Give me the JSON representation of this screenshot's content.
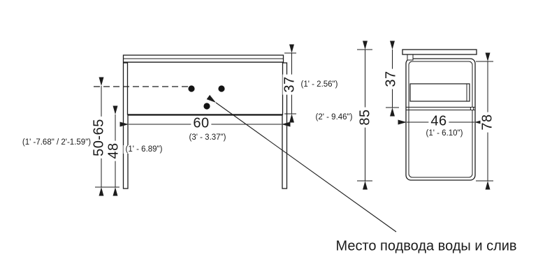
{
  "colors": {
    "line": "#1c1c1c",
    "background": "#ffffff"
  },
  "front": {
    "height_range": {
      "cm": "50-65",
      "imperial": "(1' -7.68\" / 2'-1.59\")"
    },
    "leg_height": {
      "cm": "48",
      "imperial": "(1' - 6.89\")"
    },
    "width": {
      "cm": "60",
      "imperial": "(3' - 3.37\")"
    },
    "body_height": {
      "cm": "37",
      "imperial": "(1' - 2.56\")"
    }
  },
  "side": {
    "total_height": {
      "cm": "85",
      "imperial": "(2' - 9.46\")"
    },
    "upper_height": {
      "cm": "37"
    },
    "depth": {
      "cm": "46",
      "imperial": "(1' - 6.10\")"
    },
    "cabinet_height": {
      "cm": "78"
    }
  },
  "callout": {
    "text": "Место подвода воды и слив"
  }
}
